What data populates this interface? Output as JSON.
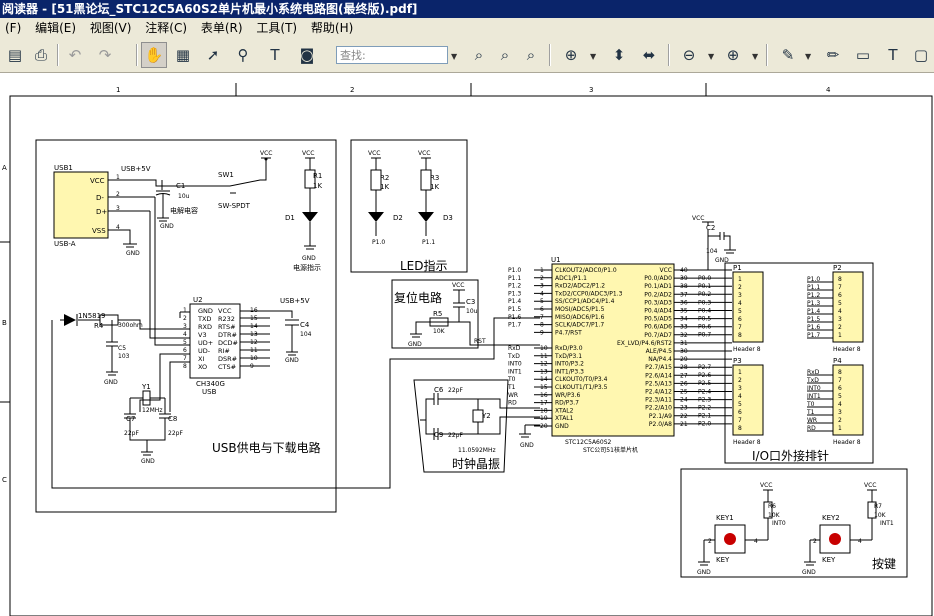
{
  "window": {
    "title": "阅读器 - [51黑论坛_STC12C5A60S2单片机最小系统电路图(最终版).pdf]"
  },
  "menu": [
    "(F)",
    "编辑(E)",
    "视图(V)",
    "注释(C)",
    "表单(R)",
    "工具(T)",
    "帮助(H)"
  ],
  "toolbar": {
    "search_placeholder": "查找:"
  },
  "schematic": {
    "border_cols": [
      "1",
      "2",
      "3",
      "4"
    ],
    "border_rows": [
      "A",
      "B",
      "C"
    ],
    "usb_block": {
      "title": "USB供电与下载电路",
      "usb1": "USB1",
      "usb_a": "USB-A",
      "pins": [
        "VCC",
        "D-",
        "D+",
        "VSS"
      ],
      "pin_nums": [
        "1",
        "2",
        "3",
        "4"
      ],
      "usb5v": "USB+5V",
      "c1": "C1",
      "c1_val": "10u",
      "c1_note": "电解电容",
      "sw1": "SW1",
      "sw_spdt": "SW-SPDT",
      "vcc": "VCC",
      "gnd": "GND",
      "r1": "R1",
      "r1_val": "1K",
      "d1": "D1",
      "power_note": "电源指示",
      "ln5819": "1N5819",
      "r4": "R4",
      "r4_val": "300ohm",
      "c5": "C5",
      "c5_val": "103",
      "u2": "U2",
      "ch340g": "CH340G",
      "ch_usb": "USB",
      "ch_left": [
        "GND",
        "TXD",
        "RXD",
        "V3",
        "UD+",
        "UD-",
        "XI",
        "XO"
      ],
      "ch_right": [
        "VCC",
        "R232",
        "RTS#",
        "DTR#",
        "DCD#",
        "RI#",
        "DSR#",
        "CTS#"
      ],
      "ch_left_nums": [
        "1",
        "2",
        "3",
        "4",
        "5",
        "6",
        "7",
        "8"
      ],
      "ch_right_nums": [
        "16",
        "15",
        "14",
        "13",
        "12",
        "11",
        "10",
        "9"
      ],
      "c4": "C4",
      "c4_val": "104",
      "y1": "Y1",
      "y1_val": "12MHz",
      "c7": "C7",
      "c8": "C8",
      "pf22": "22pF"
    },
    "led_block": {
      "title": "LED指示",
      "r2": "R2",
      "r3": "R3",
      "r_val": "1K",
      "d2": "D2",
      "d3": "D3",
      "p10": "P1.0",
      "p11": "P1.1"
    },
    "reset_block": {
      "title": "复位电路",
      "c3": "C3",
      "c3_val": "10u",
      "r5": "R5",
      "r5_val": "10K",
      "rst": "RST"
    },
    "clock_block": {
      "title": "时钟晶振",
      "c6": "C6",
      "c9": "C9",
      "pf22": "22pF",
      "y2": "Y2",
      "freq": "11.0592MHz"
    },
    "mcu": {
      "u1": "U1",
      "name": "STC12C5A60S2",
      "caption": "STC公司51核单片机",
      "left_pins": [
        "CLKOUT2/ADC0/P1.0",
        "ADC1/P1.1",
        "RxD2/ADC2/P1.2",
        "TxD2/CCP0/ADC3/P1.3",
        "SS/CCP1/ADC4/P1.4",
        "MOSI/ADC5/P1.5",
        "MISO/ADC6/P1.6",
        "SCLK/ADC7/P1.7",
        "P4.7/RST",
        "",
        "RxD/P3.0",
        "TxD/P3.1",
        "INT0/P3.2",
        "INT1/P3.3",
        "CLKOUT0/T0/P3.4",
        "CLKOUT1/T1/P3.5",
        "WR/P3.6",
        "RD/P3.7",
        "XTAL2",
        "XTAL1",
        "GND"
      ],
      "left_nums": [
        "1",
        "2",
        "3",
        "4",
        "5",
        "6",
        "7",
        "8",
        "9",
        "",
        "10",
        "11",
        "12",
        "13",
        "14",
        "15",
        "16",
        "17",
        "18",
        "19",
        "20"
      ],
      "right_pins": [
        "VCC",
        "P0.0/AD0",
        "P0.1/AD1",
        "P0.2/AD2",
        "P0.3/AD3",
        "P0.4/AD4",
        "P0.5/AD5",
        "P0.6/AD6",
        "P0.7/AD7",
        "EX_LVD/P4.6/RST2",
        "ALE/P4.5",
        "NA/P4.4",
        "P2.7/A15",
        "P2.6/A14",
        "P2.5/A13",
        "P2.4/A12",
        "P2.3/A11",
        "P2.2/A10",
        "P2.1/A9",
        "P2.0/A8"
      ],
      "right_nums": [
        "40",
        "39",
        "38",
        "37",
        "36",
        "35",
        "34",
        "33",
        "32",
        "31",
        "30",
        "29",
        "28",
        "27",
        "26",
        "25",
        "24",
        "23",
        "22",
        "21"
      ],
      "net_p1": [
        "P1.0",
        "P1.1",
        "P1.2",
        "P1.3",
        "P1.4",
        "P1.5",
        "P1.6",
        "P1.7"
      ],
      "net_p3": [
        "RxD",
        "TxD",
        "INT0",
        "INT1",
        "T0",
        "T1",
        "WR",
        "RD"
      ],
      "net_p0": [
        "P0.0",
        "P0.1",
        "P0.2",
        "P0.3",
        "P0.4",
        "P0.5",
        "P0.6",
        "P0.7"
      ],
      "net_p2": [
        "P2.7",
        "P2.6",
        "P2.5",
        "P2.4",
        "P2.3",
        "P2.2",
        "P2.1",
        "P2.0"
      ],
      "c2": "C2",
      "c2_val": "104"
    },
    "headers": {
      "title": "I/O口外接排针",
      "p1": "P1",
      "p2": "P2",
      "p3": "P3",
      "p4": "P4",
      "header8": "Header 8",
      "nums_up": [
        "1",
        "2",
        "3",
        "4",
        "5",
        "6",
        "7",
        "8"
      ],
      "nums_down": [
        "8",
        "7",
        "6",
        "5",
        "4",
        "3",
        "2",
        "1"
      ],
      "p2_nets": [
        "P1.0",
        "P1.1",
        "P1.2",
        "P1.3",
        "P1.4",
        "P1.5",
        "P1.6",
        "P1.7"
      ],
      "p4_nets": [
        "RxD",
        "TxD",
        "INT0",
        "INT1",
        "T0",
        "T1",
        "WR",
        "RD"
      ]
    },
    "keys": {
      "title": "按键",
      "key1": "KEY1",
      "key2": "KEY2",
      "key": "KEY",
      "r6": "R6",
      "r7": "R7",
      "r_val": "10K",
      "int0": "INT0",
      "int1": "INT1",
      "n2": "2",
      "n4": "4"
    }
  },
  "colors": {
    "titlebar": "#0a246a",
    "toolbar": "#ece9d8",
    "key_button": "#c80000"
  }
}
